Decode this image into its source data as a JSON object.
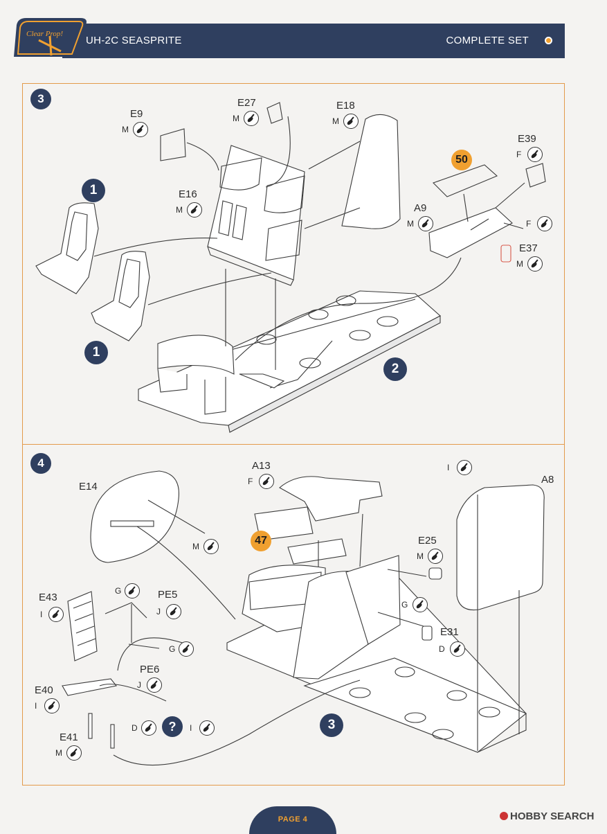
{
  "header": {
    "logo_text": "Clear Prop!",
    "title": "UH-2C SEASPRITE",
    "set_label": "COMPLETE SET"
  },
  "step3": {
    "number": "3",
    "subassembly_1_top": "1",
    "subassembly_1_bottom": "1",
    "subassembly_2": "2",
    "decal": "50",
    "parts": {
      "e9": "E9",
      "e27": "E27",
      "e18": "E18",
      "e39": "E39",
      "e16": "E16",
      "a9": "A9",
      "e37": "E37"
    },
    "codes": {
      "e9": "M",
      "e27": "M",
      "e18": "M",
      "e39": "F",
      "e16": "M",
      "a9": "M",
      "a9_right": "F",
      "e37": "M"
    }
  },
  "step4": {
    "number": "4",
    "subassembly_3": "3",
    "decal": "47",
    "question": "?",
    "parts": {
      "e14": "E14",
      "a13": "A13",
      "a8": "A8",
      "e25": "E25",
      "e31": "E31",
      "e43": "E43",
      "pe5": "PE5",
      "pe6": "PE6",
      "e40": "E40",
      "e41": "E41"
    },
    "codes": {
      "e14": "M",
      "a13": "F",
      "a8": "I",
      "e25": "M",
      "e25_lower": "G",
      "e31": "D",
      "e43": "I",
      "pe5_top": "G",
      "pe5": "J",
      "pe5_mid": "G",
      "pe6": "J",
      "e40": "I",
      "bottom_d": "D",
      "bottom_i": "I",
      "e41": "M"
    }
  },
  "footer": {
    "page_label": "PAGE 4",
    "watermark": "HOBBY SEARCH"
  },
  "colors": {
    "navy": "#2f3f5f",
    "orange": "#f0a030",
    "panel_border": "#e39a4a"
  }
}
